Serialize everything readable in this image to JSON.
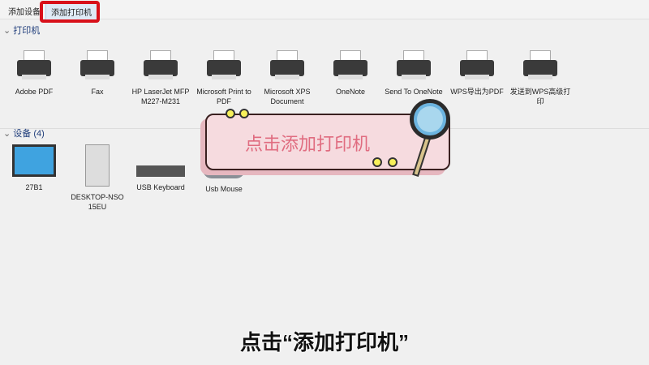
{
  "toolbar": {
    "add_device": "添加设备",
    "add_printer": "添加打印机"
  },
  "groups": {
    "printers": "打印机",
    "devices": "设备 (4)"
  },
  "printers": [
    "Adobe PDF",
    "Fax",
    "HP LaserJet MFP M227-M231",
    "Microsoft Print to PDF",
    "Microsoft XPS Document",
    "OneNote",
    "Send To OneNote",
    "WPS导出为PDF",
    "发送到WPS高级打印"
  ],
  "devices": [
    "27B1",
    "DESKTOP-NSO 15EU",
    "USB Keyboard",
    "Usb Mouse"
  ],
  "banner": "点击添加打印机",
  "caption": "点击“添加打印机”"
}
